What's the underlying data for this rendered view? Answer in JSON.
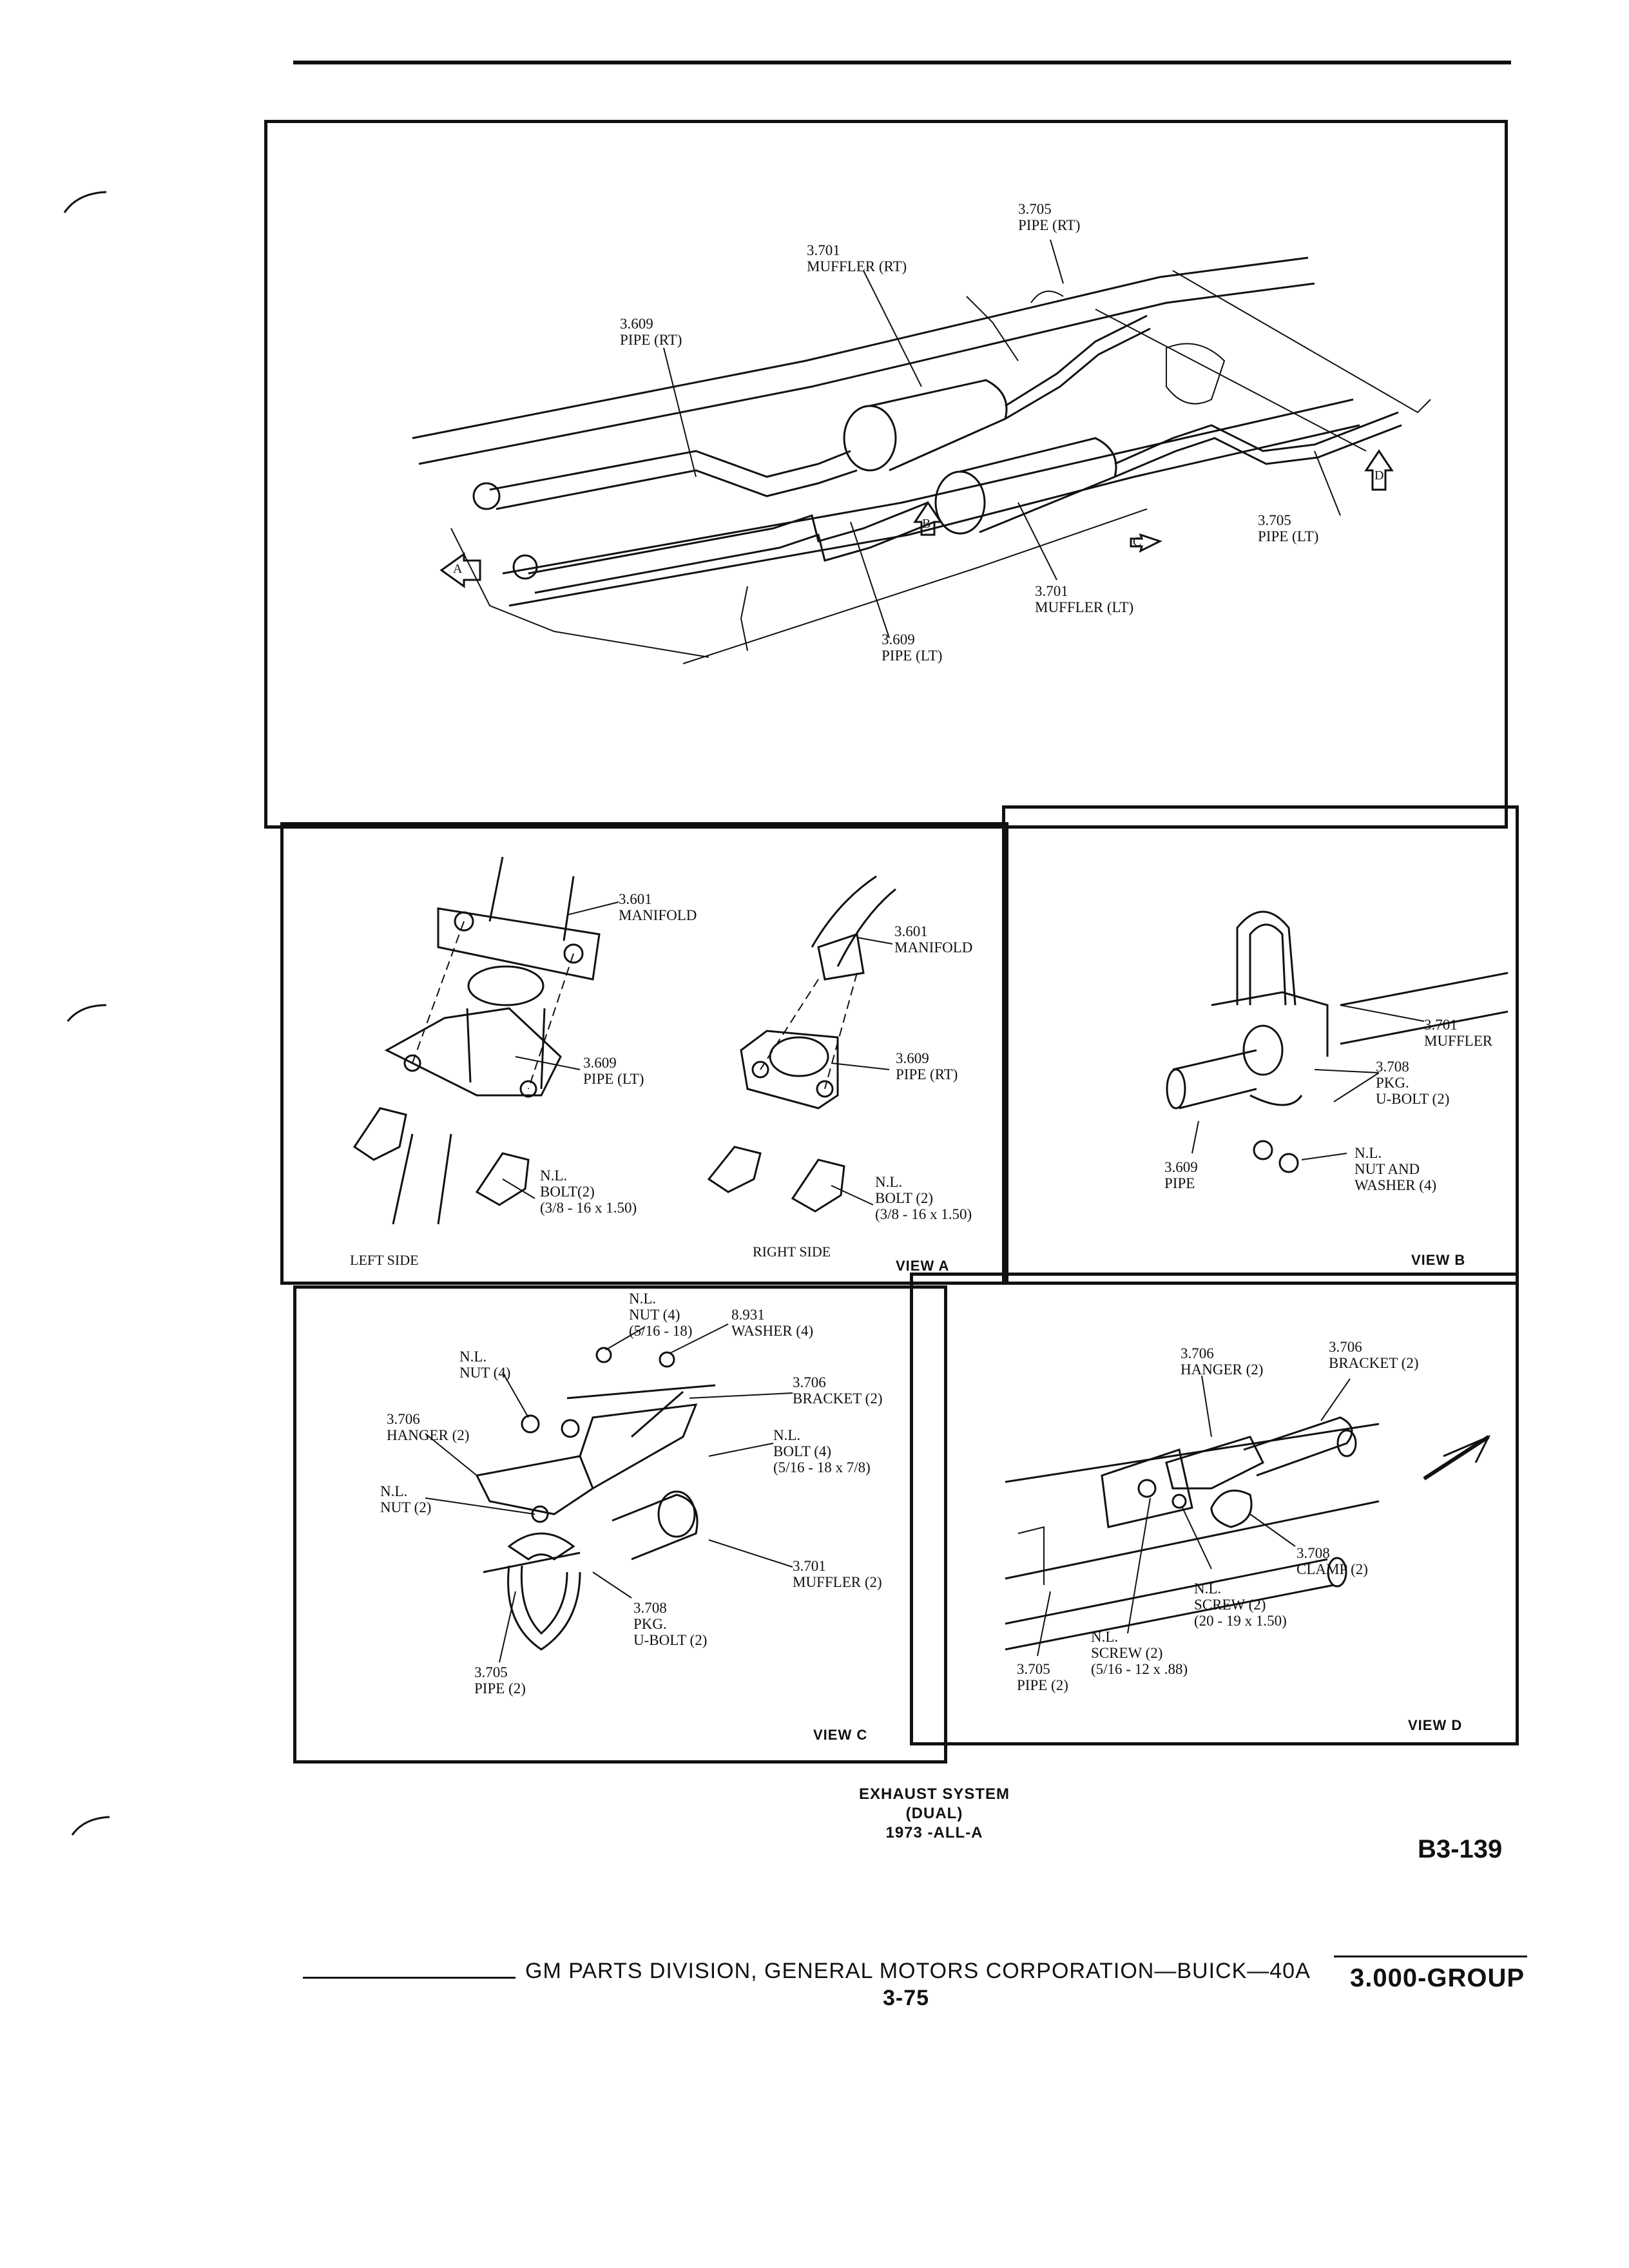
{
  "main_view": {
    "labels": [
      {
        "num": "3.705",
        "name": "PIPE (RT)"
      },
      {
        "num": "3.701",
        "name": "MUFFLER (RT)"
      },
      {
        "num": "3.609",
        "name": "PIPE (RT)"
      },
      {
        "num": "3.705",
        "name": "PIPE (LT)"
      },
      {
        "num": "3.701",
        "name": "MUFFLER (LT)"
      },
      {
        "num": "3.609",
        "name": "PIPE (LT)"
      }
    ],
    "view_markers": [
      "A",
      "B",
      "C",
      "D"
    ]
  },
  "view_a": {
    "title": "VIEW A",
    "left_side": "LEFT SIDE",
    "right_side": "RIGHT SIDE",
    "left_labels": [
      {
        "num": "3.601",
        "name": "MANIFOLD"
      },
      {
        "num": "3.609",
        "name": "PIPE (LT)"
      },
      {
        "num": "N.L.",
        "name": "BOLT(2)",
        "spec": "(3/8 - 16 x 1.50)"
      }
    ],
    "right_labels": [
      {
        "num": "3.601",
        "name": "MANIFOLD"
      },
      {
        "num": "3.609",
        "name": "PIPE (RT)"
      },
      {
        "num": "N.L.",
        "name": "BOLT (2)",
        "spec": "(3/8 - 16 x 1.50)"
      }
    ]
  },
  "view_b": {
    "title": "VIEW B",
    "labels": [
      {
        "num": "3.701",
        "name": "MUFFLER"
      },
      {
        "num": "3.708",
        "name": "PKG.",
        "extra": "U-BOLT (2)"
      },
      {
        "num": "3.609",
        "name": "PIPE"
      },
      {
        "num": "N.L.",
        "name": "NUT AND",
        "extra": "WASHER (4)"
      }
    ]
  },
  "view_c": {
    "title": "VIEW C",
    "labels": [
      {
        "num": "N.L.",
        "name": "NUT (4)",
        "spec": "(5/16 - 18)"
      },
      {
        "num": "8.931",
        "name": "WASHER (4)"
      },
      {
        "num": "N.L.",
        "name": "NUT (4)"
      },
      {
        "num": "3.706",
        "name": "BRACKET (2)"
      },
      {
        "num": "3.706",
        "name": "HANGER (2)"
      },
      {
        "num": "N.L.",
        "name": "BOLT (4)",
        "spec": "(5/16 - 18 x 7/8)"
      },
      {
        "num": "N.L.",
        "name": "NUT (2)"
      },
      {
        "num": "3.701",
        "name": "MUFFLER (2)"
      },
      {
        "num": "3.708",
        "name": "PKG.",
        "extra": "U-BOLT (2)"
      },
      {
        "num": "3.705",
        "name": "PIPE (2)"
      }
    ]
  },
  "view_d": {
    "title": "VIEW D",
    "labels": [
      {
        "num": "3.706",
        "name": "HANGER (2)"
      },
      {
        "num": "3.706",
        "name": "BRACKET (2)"
      },
      {
        "num": "3.708",
        "name": "CLAMP (2)"
      },
      {
        "num": "N.L.",
        "name": "SCREW (2)",
        "spec": "(20 - 19 x 1.50)"
      },
      {
        "num": "N.L.",
        "name": "SCREW (2)",
        "spec": "(5/16 - 12 x .88)"
      },
      {
        "num": "3.705",
        "name": "PIPE (2)"
      }
    ]
  },
  "caption": {
    "line1": "EXHAUST SYSTEM",
    "line2": "(DUAL)",
    "line3": "1973 -ALL-A"
  },
  "figure_code": "B3-139",
  "footer": {
    "division": "GM PARTS DIVISION, GENERAL MOTORS CORPORATION—BUICK—40A",
    "page": "3-75",
    "group": "3.000-GROUP"
  }
}
